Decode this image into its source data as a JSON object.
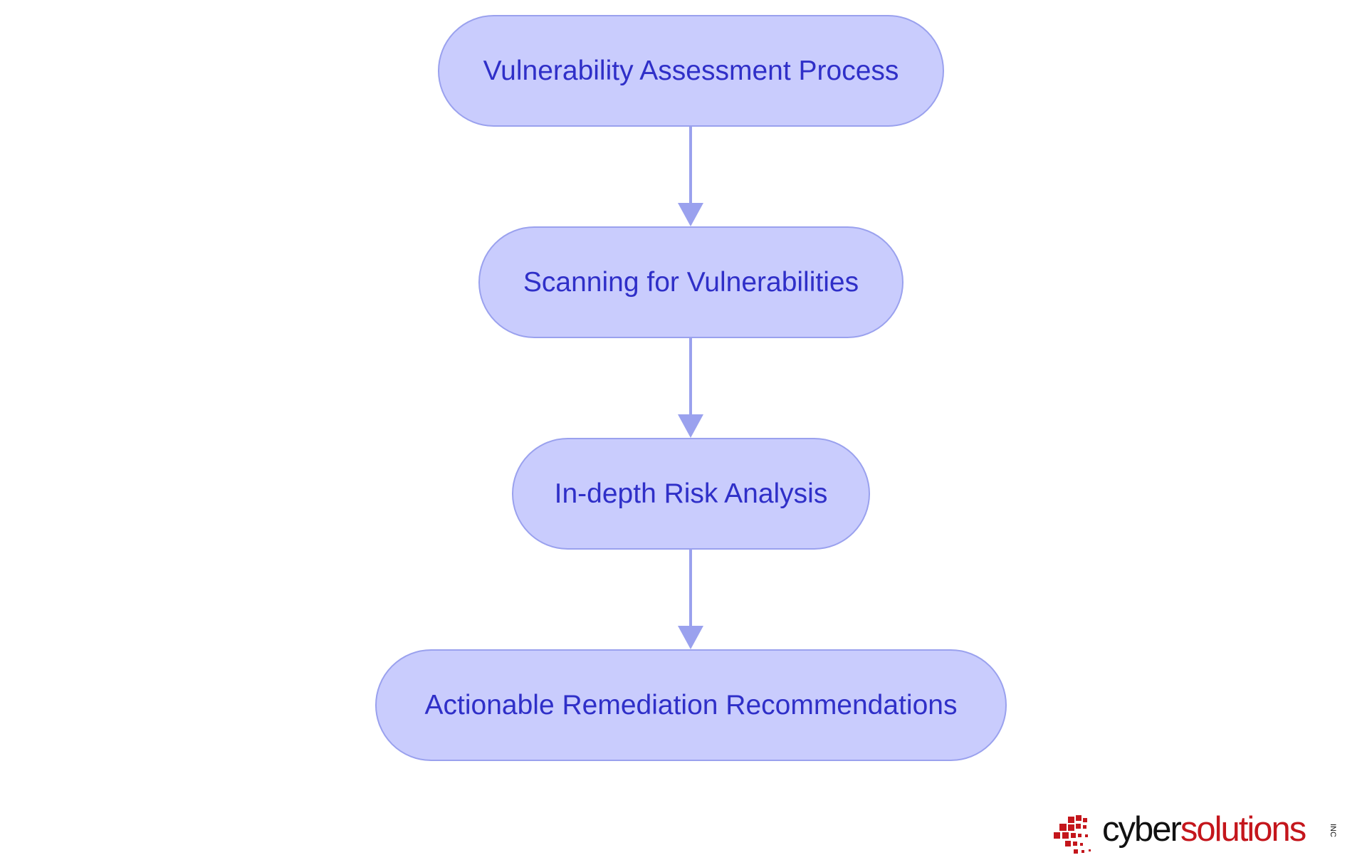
{
  "flowchart": {
    "nodes": [
      {
        "id": "n1",
        "label": "Vulnerability Assessment Process"
      },
      {
        "id": "n2",
        "label": "Scanning for Vulnerabilities"
      },
      {
        "id": "n3",
        "label": "In-depth Risk Analysis"
      },
      {
        "id": "n4",
        "label": "Actionable Remediation Recommendations"
      }
    ],
    "edges": [
      {
        "from": "n1",
        "to": "n2"
      },
      {
        "from": "n2",
        "to": "n3"
      },
      {
        "from": "n3",
        "to": "n4"
      }
    ]
  },
  "logo": {
    "part1": "cyber",
    "part2": "solutions",
    "suffix": "INC"
  },
  "colors": {
    "node_fill": "#c9ccfd",
    "node_border": "#9aa1ee",
    "node_text": "#2f2fc8",
    "edge": "#9aa1ee",
    "logo_red": "#c4161c",
    "logo_dark": "#111111"
  }
}
